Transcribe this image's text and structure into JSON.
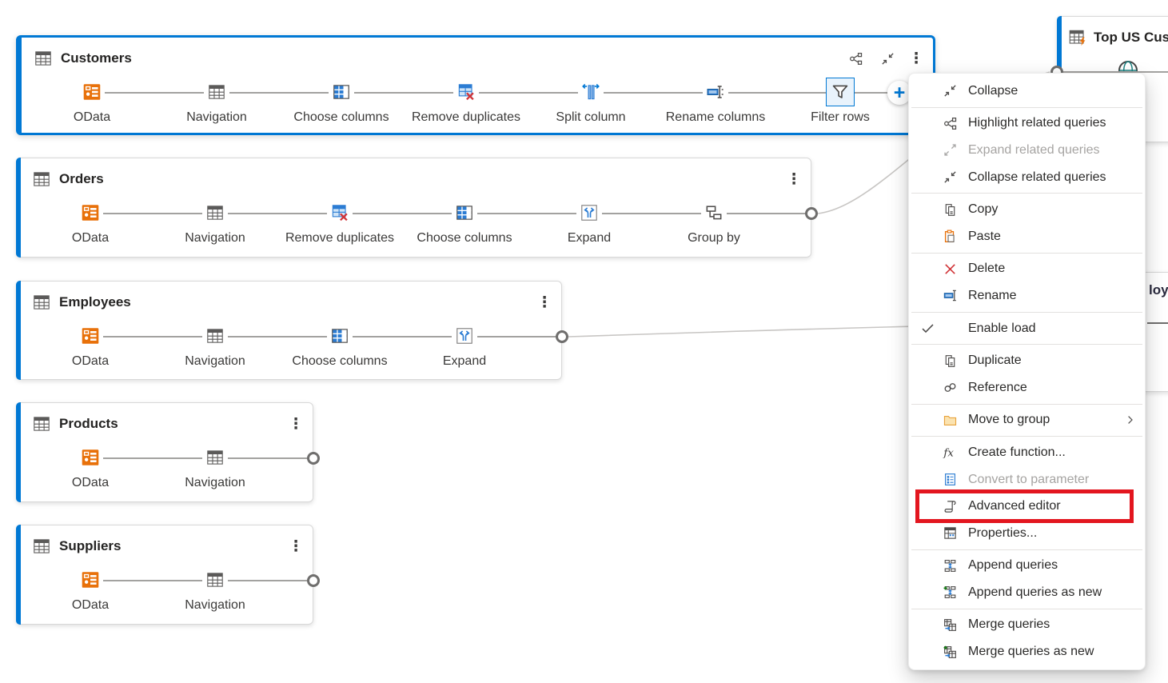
{
  "app_context": "Power Query diagram view",
  "colors": {
    "accent_blue": "#0078d4",
    "selected_step_bg": "#e9f3fc",
    "odata_orange": "#e8710a",
    "delete_red": "#d13438",
    "highlight_box_red": "#e3161f",
    "wire_gray": "#c8c6c4"
  },
  "glyphs": {
    "ellipsis": "⋮",
    "add_step": "+"
  },
  "cards": [
    {
      "id": "customers",
      "title": "Customers",
      "icon": "table-icon",
      "selected": true,
      "header_icons": [
        "highlight-related-queries-icon",
        "collapse-card-icon",
        "ellipsis-icon"
      ],
      "steps": [
        {
          "label": "OData",
          "icon": "odata-icon"
        },
        {
          "label": "Navigation",
          "icon": "table-icon"
        },
        {
          "label": "Choose columns",
          "icon": "choose-columns-icon"
        },
        {
          "label": "Remove duplicates",
          "icon": "remove-duplicates-icon"
        },
        {
          "label": "Split column",
          "icon": "split-column-icon"
        },
        {
          "label": "Rename columns",
          "icon": "rename-columns-icon"
        },
        {
          "label": "Filter rows",
          "icon": "filter-rows-icon",
          "selected": true
        }
      ],
      "has_add_step": true
    },
    {
      "id": "orders",
      "title": "Orders",
      "icon": "table-icon",
      "steps": [
        {
          "label": "OData",
          "icon": "odata-icon"
        },
        {
          "label": "Navigation",
          "icon": "table-icon"
        },
        {
          "label": "Remove duplicates",
          "icon": "remove-duplicates-icon"
        },
        {
          "label": "Choose columns",
          "icon": "choose-columns-icon"
        },
        {
          "label": "Expand",
          "icon": "expand-icon"
        },
        {
          "label": "Group by",
          "icon": "group-by-icon"
        }
      ],
      "output_connector": true
    },
    {
      "id": "employees",
      "title": "Employees",
      "icon": "table-icon",
      "steps": [
        {
          "label": "OData",
          "icon": "odata-icon"
        },
        {
          "label": "Navigation",
          "icon": "table-icon"
        },
        {
          "label": "Choose columns",
          "icon": "choose-columns-icon"
        },
        {
          "label": "Expand",
          "icon": "expand-icon"
        }
      ],
      "output_connector": true
    },
    {
      "id": "products",
      "title": "Products",
      "icon": "table-icon",
      "steps": [
        {
          "label": "OData",
          "icon": "odata-icon"
        },
        {
          "label": "Navigation",
          "icon": "table-icon"
        }
      ],
      "output_connector": true
    },
    {
      "id": "suppliers",
      "title": "Suppliers",
      "icon": "table-icon",
      "steps": [
        {
          "label": "OData",
          "icon": "odata-icon"
        },
        {
          "label": "Navigation",
          "icon": "table-icon"
        }
      ],
      "output_connector": true
    },
    {
      "id": "top-us-cust",
      "title": "Top US Cust",
      "icon": "function-table-icon",
      "partial": true,
      "input_connector": true
    }
  ],
  "partial_card": {
    "visible_text": "loy"
  },
  "menu": {
    "items": [
      {
        "label": "Collapse",
        "icon": "collapse-icon"
      },
      {
        "type": "separator"
      },
      {
        "label": "Highlight related queries",
        "icon": "highlight-related-icon"
      },
      {
        "label": "Expand related queries",
        "icon": "expand-related-icon",
        "disabled": true
      },
      {
        "label": "Collapse related queries",
        "icon": "collapse-icon"
      },
      {
        "type": "separator"
      },
      {
        "label": "Copy",
        "icon": "copy-icon"
      },
      {
        "label": "Paste",
        "icon": "paste-icon"
      },
      {
        "type": "separator"
      },
      {
        "label": "Delete",
        "icon": "delete-icon"
      },
      {
        "label": "Rename",
        "icon": "rename-icon"
      },
      {
        "type": "separator"
      },
      {
        "label": "Enable load",
        "checked": true
      },
      {
        "type": "separator"
      },
      {
        "label": "Duplicate",
        "icon": "copy-icon"
      },
      {
        "label": "Reference",
        "icon": "reference-icon"
      },
      {
        "type": "separator"
      },
      {
        "label": "Move to group",
        "icon": "folder-icon",
        "submenu": true
      },
      {
        "type": "separator"
      },
      {
        "label": "Create function...",
        "icon": "fx-icon"
      },
      {
        "label": "Convert to parameter",
        "icon": "parameter-icon",
        "disabled": true
      },
      {
        "label": "Advanced editor",
        "icon": "advanced-editor-icon",
        "highlighted": true
      },
      {
        "label": "Properties...",
        "icon": "properties-icon"
      },
      {
        "type": "separator"
      },
      {
        "label": "Append queries",
        "icon": "append-icon"
      },
      {
        "label": "Append queries as new",
        "icon": "append-new-icon"
      },
      {
        "type": "separator"
      },
      {
        "label": "Merge queries",
        "icon": "merge-icon"
      },
      {
        "label": "Merge queries as new",
        "icon": "merge-new-icon"
      }
    ]
  }
}
